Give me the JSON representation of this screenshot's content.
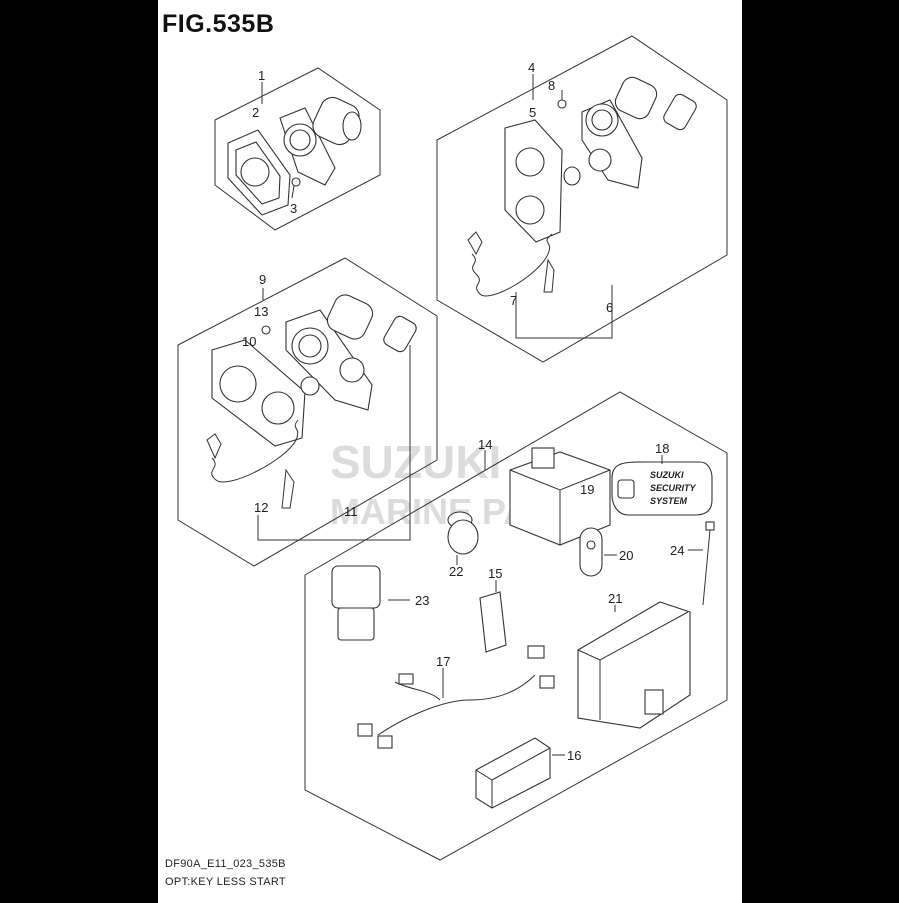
{
  "figure": {
    "title": "FIG.535B",
    "footer_code": "DF90A_E11_023_535B",
    "footer_desc": "OPT:KEY LESS START"
  },
  "watermark": {
    "line1": "SUZUKI",
    "line2": "MARINE PARTS"
  },
  "badge": {
    "line1": "SUZUKI",
    "line2": "SECURITY",
    "line3": "SYSTEM"
  },
  "callouts": {
    "c1": "1",
    "c2": "2",
    "c3": "3",
    "c4": "4",
    "c5": "5",
    "c6": "6",
    "c7": "7",
    "c8": "8",
    "c9": "9",
    "c10": "10",
    "c11": "11",
    "c12": "12",
    "c13": "13",
    "c14": "14",
    "c15": "15",
    "c16": "16",
    "c17": "17",
    "c18": "18",
    "c19": "19",
    "c20": "20",
    "c21": "21",
    "c22": "22",
    "c23": "23",
    "c24": "24"
  },
  "colors": {
    "page": "#ffffff",
    "background": "#000000",
    "ink": "#333333",
    "watermark": "#d9d9d9"
  }
}
